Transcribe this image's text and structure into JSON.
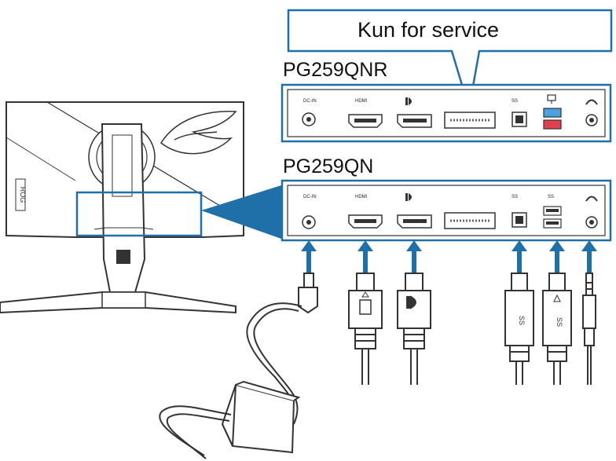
{
  "callout": {
    "text": "Kun for service"
  },
  "models": {
    "top": "PG259QNR",
    "bottom": "PG259QN"
  },
  "ports": {
    "dc": "DC-IN",
    "hdmi": "HDMI",
    "usb_up": "SS",
    "usb_down": "SS"
  },
  "colors": {
    "accent": "#1f6fa8",
    "usb_blue": "#4aa0e0",
    "usb_red": "#e0404e",
    "line": "#333333"
  }
}
